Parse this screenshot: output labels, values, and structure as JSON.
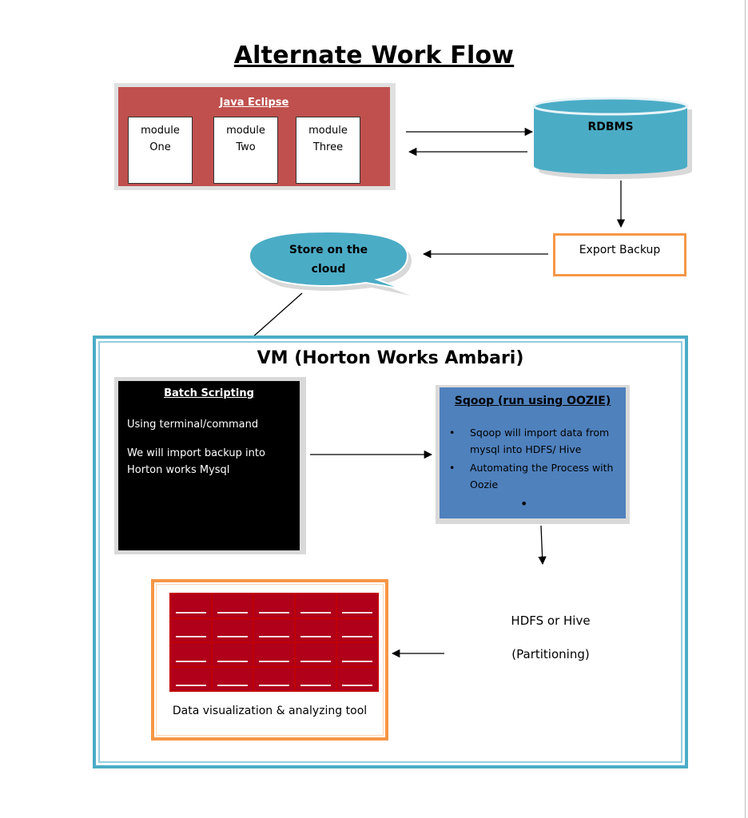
{
  "title": "Alternate Work Flow",
  "java_eclipse": {
    "title": "Java Eclipse",
    "modules": [
      {
        "line1": "module",
        "line2": "One"
      },
      {
        "line1": "module",
        "line2": "Two"
      },
      {
        "line1": "module",
        "line2": "Three"
      }
    ]
  },
  "rdbms": {
    "label": "RDBMS"
  },
  "export_backup": {
    "label": "Export Backup"
  },
  "cloud": {
    "line1": "Store on the",
    "line2": "cloud"
  },
  "vm": {
    "title": "VM (Horton Works Ambari)"
  },
  "batch": {
    "title": "Batch Scripting",
    "line1": "Using terminal/command",
    "line2": "We will import backup into",
    "line3": "Horton works Mysql"
  },
  "sqoop": {
    "title": "Sqoop (run using OOZIE)",
    "bullets": [
      "Sqoop will import data from mysql into HDFS/ Hive",
      "Automating the Process with Oozie"
    ],
    "empty_bullet": "•"
  },
  "hdfs": {
    "line1": "HDFS or Hive",
    "line2": "(Partitioning)"
  },
  "viz": {
    "label": "Data visualization & analyzing tool"
  },
  "colors": {
    "eclipse_red": "#c0504d",
    "rdbms_teal": "#4bacc6",
    "export_orange": "#f79646",
    "sqoop_blue": "#4f81bd",
    "hdfs_red": "#c0504d"
  }
}
